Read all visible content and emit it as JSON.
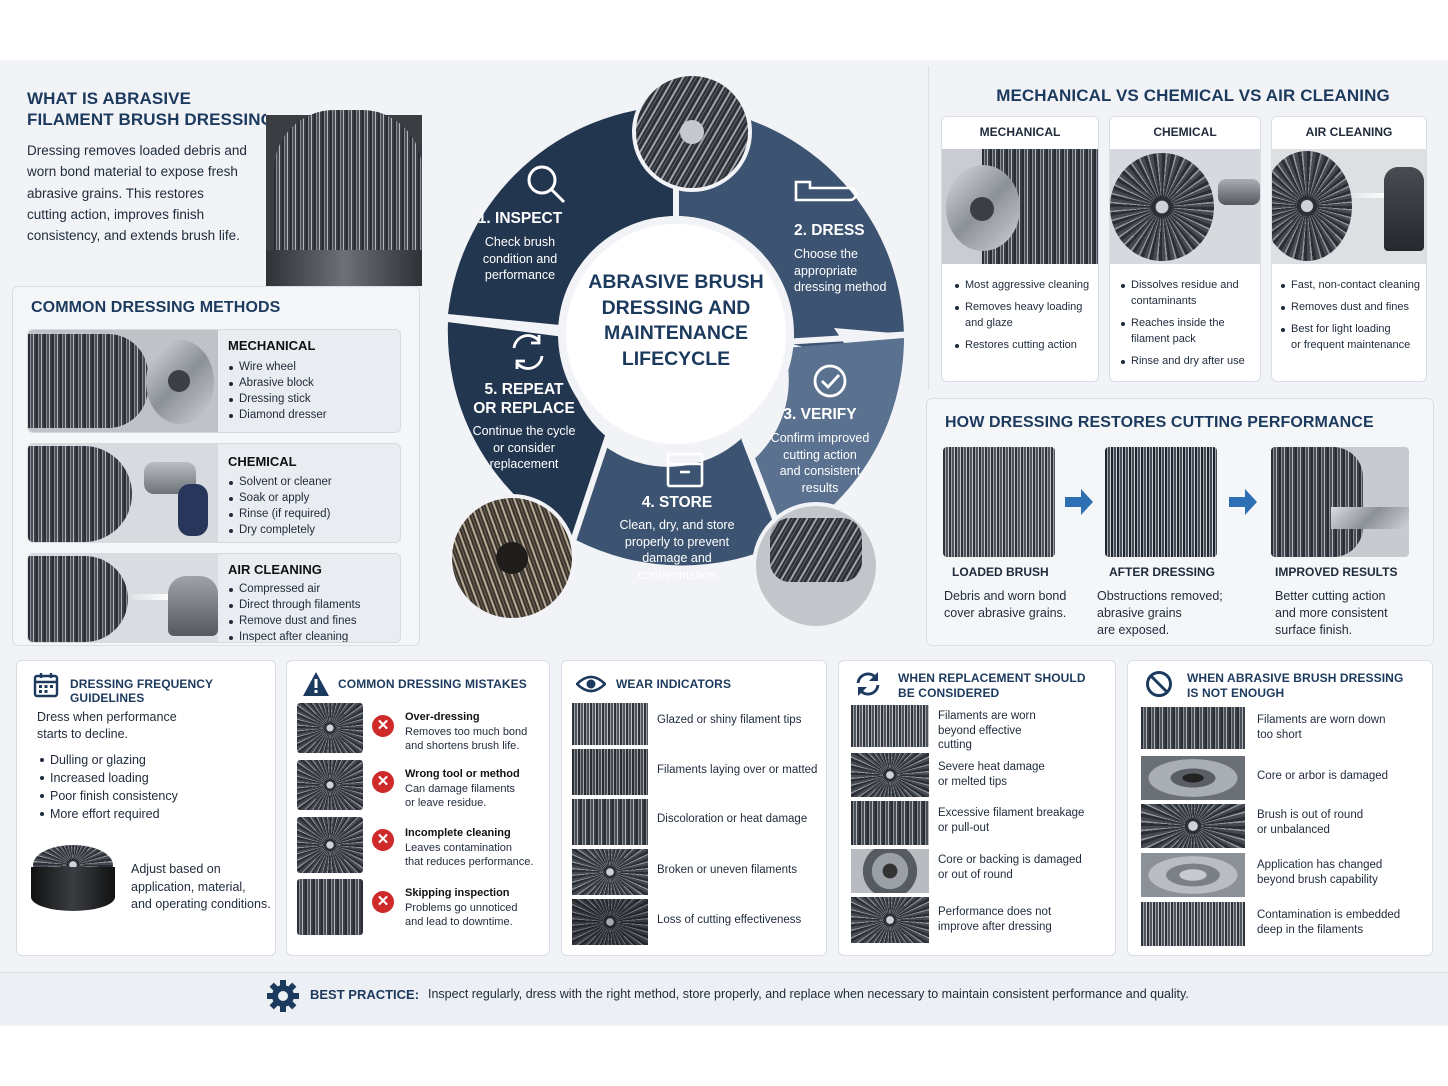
{
  "what_is": {
    "title_line1": "WHAT IS ABRASIVE",
    "title_line2": "FILAMENT BRUSH DRESSING?",
    "body": [
      "Dressing removes loaded debris and",
      "worn bond material to expose fresh",
      "abrasive grains. This restores",
      "cutting action, improves finish",
      "consistency, and extends brush life."
    ]
  },
  "methods": {
    "title": "COMMON DRESSING METHODS",
    "items": [
      {
        "name": "MECHANICAL",
        "bullets": [
          "Wire wheel",
          "Abrasive block",
          "Dressing stick",
          "Diamond dresser"
        ]
      },
      {
        "name": "CHEMICAL",
        "bullets": [
          "Solvent or cleaner",
          "Soak or apply",
          "Rinse (if required)",
          "Dry completely"
        ]
      },
      {
        "name": "AIR CLEANING",
        "bullets": [
          "Compressed air",
          "Direct through filaments",
          "Remove dust and fines",
          "Inspect after cleaning"
        ]
      }
    ]
  },
  "lifecycle": {
    "center": [
      "ABRASIVE BRUSH",
      "DRESSING AND",
      "MAINTENANCE",
      "LIFECYCLE"
    ],
    "steps": [
      {
        "title": "1. INSPECT",
        "desc": [
          "Check brush",
          "condition and",
          "performance"
        ],
        "icon": "magnifier-icon"
      },
      {
        "title": "2. DRESS",
        "desc": [
          "Choose the",
          "appropriate",
          "dressing method"
        ],
        "icon": "dressing-tool-icon"
      },
      {
        "title": "3. VERIFY",
        "desc": [
          "Confirm improved",
          "cutting action",
          "and consistent",
          "results"
        ],
        "icon": "check-circle-icon"
      },
      {
        "title": "4. STORE",
        "desc": [
          "Clean, dry, and store",
          "properly to prevent",
          "damage and",
          "contamination"
        ],
        "icon": "storage-box-icon"
      },
      {
        "title_line1": "5. REPEAT",
        "title_line2": "OR REPLACE",
        "desc": [
          "Continue the cycle",
          "or consider",
          "replacement"
        ],
        "icon": "cycle-arrows-icon"
      }
    ],
    "colors": {
      "dark": "#23364f",
      "mid": "#3c5472",
      "light": "#5a7190"
    }
  },
  "comparison": {
    "title": "MECHANICAL VS CHEMICAL VS AIR CLEANING",
    "columns": [
      {
        "name": "MECHANICAL",
        "bullets": [
          "Most aggressive cleaning",
          "Removes heavy loading|and glaze",
          "Restores cutting action"
        ]
      },
      {
        "name": "CHEMICAL",
        "bullets": [
          "Dissolves residue and|contaminants",
          "Reaches inside the|filament pack",
          "Rinse and dry after use"
        ]
      },
      {
        "name": "AIR CLEANING",
        "bullets": [
          "Fast, non-contact cleaning",
          "Removes dust and fines",
          "Best for light loading|or frequent maintenance"
        ]
      }
    ]
  },
  "restore": {
    "title": "HOW DRESSING RESTORES CUTTING PERFORMANCE",
    "stages": [
      {
        "name": "LOADED BRUSH",
        "desc": [
          "Debris and worn bond",
          "cover abrasive grains."
        ]
      },
      {
        "name": "AFTER DRESSING",
        "desc": [
          "Obstructions removed;",
          "abrasive grains",
          "are exposed."
        ]
      },
      {
        "name": "IMPROVED RESULTS",
        "desc": [
          "Better cutting action",
          "and more consistent",
          "surface finish."
        ]
      }
    ],
    "arrow_color": "#2f6fb3"
  },
  "frequency": {
    "title": "DRESSING FREQUENCY GUIDELINES",
    "intro": [
      "Dress when performance",
      "starts to decline."
    ],
    "bullets": [
      "Dulling or glazing",
      "Increased loading",
      "Poor finish consistency",
      "More effort required"
    ],
    "note": [
      "Adjust based on",
      "application, material,",
      "and operating conditions."
    ]
  },
  "mistakes": {
    "title": "COMMON DRESSING MISTAKES",
    "x_glyph": "✕",
    "items": [
      {
        "title": "Over-dressing",
        "desc": [
          "Removes too much bond",
          "and shortens brush life."
        ]
      },
      {
        "title": "Wrong tool or method",
        "desc": [
          "Can damage filaments",
          "or leave residue."
        ]
      },
      {
        "title": "Incomplete cleaning",
        "desc": [
          "Leaves contamination",
          "that reduces performance."
        ]
      },
      {
        "title": "Skipping inspection",
        "desc": [
          "Problems go unnoticed",
          "and lead to downtime."
        ]
      }
    ]
  },
  "wear": {
    "title": "WEAR INDICATORS",
    "items": [
      "Glazed or shiny filament tips",
      "Filaments laying over or matted",
      "Discoloration or heat damage",
      "Broken or uneven filaments",
      "Loss of cutting effectiveness"
    ]
  },
  "replacement": {
    "title_line1": "WHEN REPLACEMENT SHOULD",
    "title_line2": "BE CONSIDERED",
    "items": [
      [
        "Filaments are worn",
        "beyond effective",
        "cutting"
      ],
      [
        "Severe heat damage",
        "or melted tips"
      ],
      [
        "Excessive filament breakage",
        "or pull-out"
      ],
      [
        "Core or backing is damaged",
        "or out of round"
      ],
      [
        "Performance does not",
        "improve after dressing"
      ]
    ]
  },
  "not_enough": {
    "title_line1": "WHEN ABRASIVE BRUSH DRESSING",
    "title_line2": "IS NOT ENOUGH",
    "items": [
      [
        "Filaments are worn down",
        "too short"
      ],
      [
        "Core or arbor is damaged"
      ],
      [
        "Brush is out of round",
        "or unbalanced"
      ],
      [
        "Application has changed",
        "beyond brush capability"
      ],
      [
        "Contamination is embedded",
        "deep in the filaments"
      ]
    ]
  },
  "best_practice": {
    "label": "BEST PRACTICE:",
    "text": "Inspect regularly, dress with the right method, store properly, and replace when necessary to maintain consistent performance and quality."
  },
  "colors": {
    "heading": "#1c3a5e",
    "error": "#cf2a2a",
    "bg": "#f1f3f6"
  }
}
